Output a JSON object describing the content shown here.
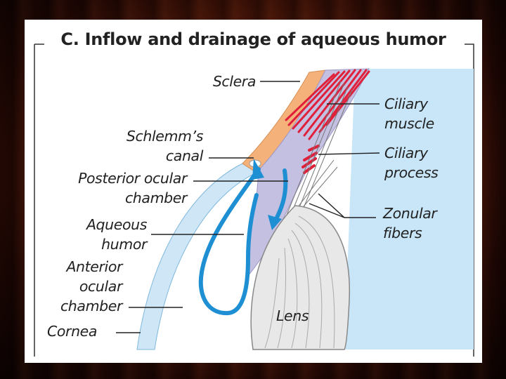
{
  "title": "C.  Inflow and drainage of aqueous humor",
  "labels": {
    "sclera": "Sclera",
    "schlemm_line1": "Schlemm’s",
    "schlemm_line2": "canal",
    "posterior_line1": "Posterior ocular",
    "posterior_line2": "chamber",
    "aqueous_line1": "Aqueous",
    "aqueous_line2": "humor",
    "anterior_line1": "Anterior",
    "anterior_line2": "ocular",
    "anterior_line3": "chamber",
    "cornea": "Cornea",
    "ciliary_muscle_line1": "Ciliary",
    "ciliary_muscle_line2": "muscle",
    "ciliary_process_line1": "Ciliary",
    "ciliary_process_line2": "process",
    "zonular_line1": "Zonular",
    "zonular_line2": "fibers",
    "lens": "Lens"
  },
  "colors": {
    "sclera": "#f4b27a",
    "cornea": "#cfe6f7",
    "vitreous": "#c8e6f8",
    "ciliary_body": "#c4c0e2",
    "muscle": "#e0203a",
    "flow_arrow": "#1e8fd2",
    "lens": "#e8e8e8"
  }
}
